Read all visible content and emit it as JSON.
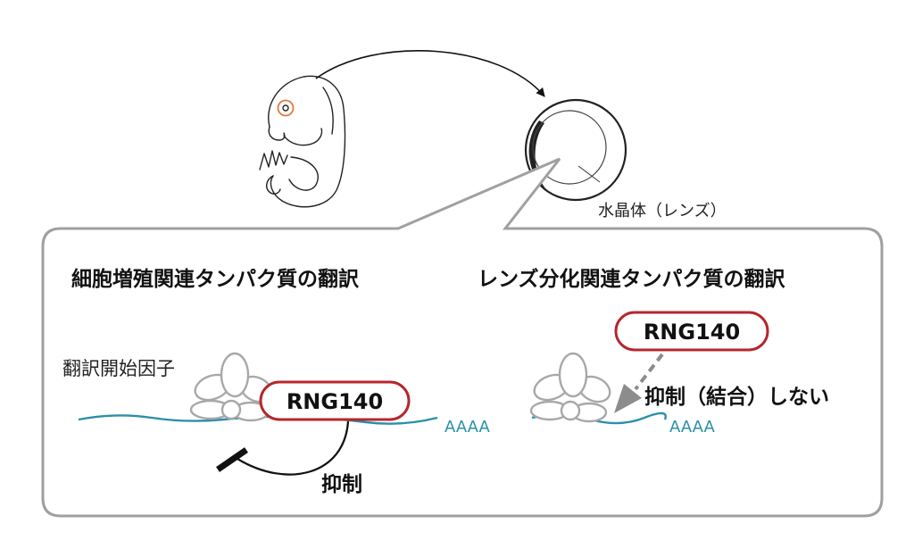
{
  "lens_label": "水晶体（レンズ）",
  "left_panel": {
    "heading": "細胞増殖関連タンパク質の翻訳",
    "factor_label": "翻訳開始因子",
    "protein_label": "RNG140",
    "polya_label": "AAAA",
    "effect_label": "抑制"
  },
  "right_panel": {
    "heading": "レンズ分化関連タンパク質の翻訳",
    "protein_label": "RNG140",
    "polya_label": "AAAA",
    "effect_label": "抑制（結合）しない"
  },
  "colors": {
    "protein_border": "#b5272d",
    "mrna": "#2a90a9",
    "eye": "#e07a3c",
    "ribosome": "#a8a8a8",
    "panel_border": "#a0a0a0"
  }
}
